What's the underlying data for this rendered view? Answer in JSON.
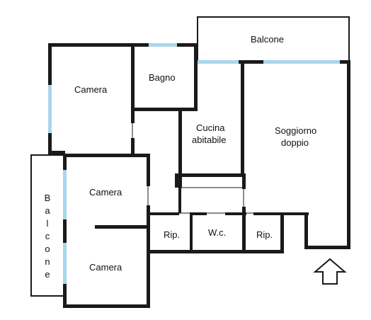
{
  "rooms": {
    "balcone_top": "Balcone",
    "camera_top": "Camera",
    "bagno": "Bagno",
    "cucina_line1": "Cucina",
    "cucina_line2": "abitabile",
    "soggiorno_line1": "Soggiorno",
    "soggiorno_line2": "doppio",
    "camera_mid": "Camera",
    "camera_bottom": "Camera",
    "rip_left": "Rip.",
    "wc": "W.c.",
    "rip_right": "Rip.",
    "balcone_left_letters": [
      "B",
      "a",
      "l",
      "c",
      "o",
      "n",
      "e"
    ]
  },
  "colors": {
    "wall": "#1a1a1a",
    "window": "#a9d6ea",
    "background": "#ffffff"
  },
  "icons": {
    "entrance": "up-arrow-icon"
  }
}
